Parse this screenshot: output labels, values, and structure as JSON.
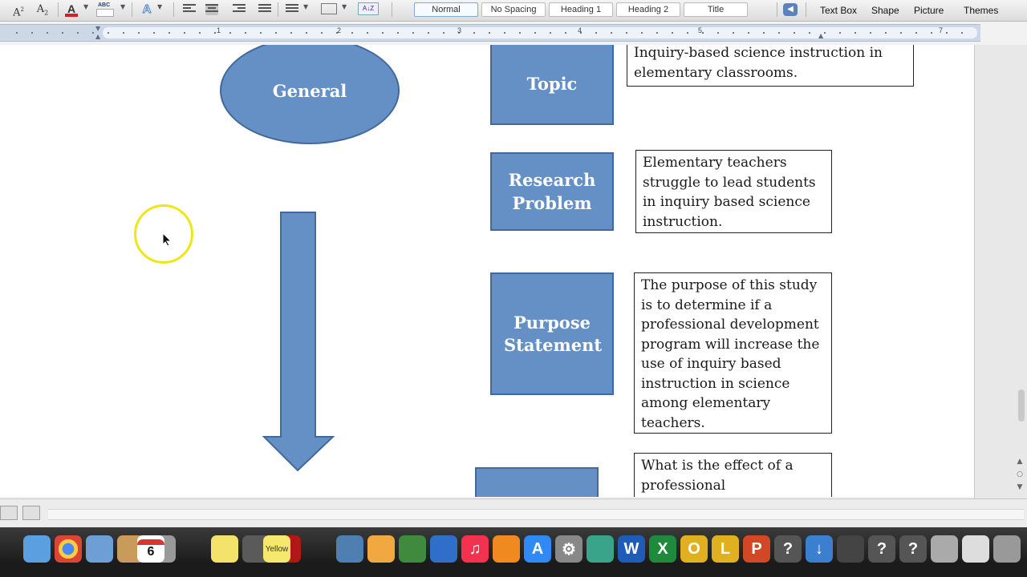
{
  "ribbon": {
    "superscript_label": "A",
    "subscript_label": "A",
    "subscript_index": "2",
    "font_color_label": "A",
    "highlight_label": "ABC",
    "text_effects_label": "A",
    "styles": [
      "Normal",
      "No Spacing",
      "Heading 1",
      "Heading 2",
      "Title"
    ],
    "selected_style": "Normal",
    "insert_items": [
      "Text Box",
      "Shape",
      "Picture",
      "Themes"
    ],
    "colors": {
      "font_color": "#d42020",
      "highlight": "#ffff00",
      "accent": "#6590c5"
    }
  },
  "ruler": {
    "numbers": [
      "1",
      "2",
      "3",
      "4",
      "5",
      "7"
    ]
  },
  "document": {
    "oval_label": "General",
    "rows": [
      {
        "label": "Topic",
        "text": "Inquiry-based science instruction in elementary classrooms."
      },
      {
        "label": "Research Problem",
        "text": "Elementary teachers struggle to lead students in inquiry based science instruction."
      },
      {
        "label": "Purpose Statement",
        "text": "The purpose of this study is to determine if a professional development program will increase the use of inquiry based instruction in science among elementary teachers."
      },
      {
        "label": "",
        "text": "What is the effect of a professional"
      }
    ],
    "colors": {
      "shape_fill": "#6590c5",
      "shape_border": "#41699b"
    }
  },
  "dock": {
    "calendar_day": "6",
    "stickies_label": "Yellow",
    "icons": [
      "finder-icon",
      "chrome-icon",
      "preview-icon",
      "folder-icon",
      "calculator-icon",
      "calendar-icon",
      "stickies-icon",
      "facetime-icon",
      "photo-booth-icon",
      "yellow-stickies-icon",
      "iphoto-icon",
      "pages-icon",
      "numbers-icon",
      "keynote-icon",
      "itunes-icon",
      "ibooks-icon",
      "app-store-icon",
      "system-preferences-icon",
      "time-machine-icon",
      "word-icon",
      "excel-icon",
      "outlook-icon",
      "lync-icon",
      "powerpoint-icon",
      "help-icon",
      "downloads-icon",
      "screenshot-icon",
      "help-icon-2",
      "help-icon-3",
      "disk-utility-icon",
      "mail-icon",
      "trash-icon"
    ]
  }
}
